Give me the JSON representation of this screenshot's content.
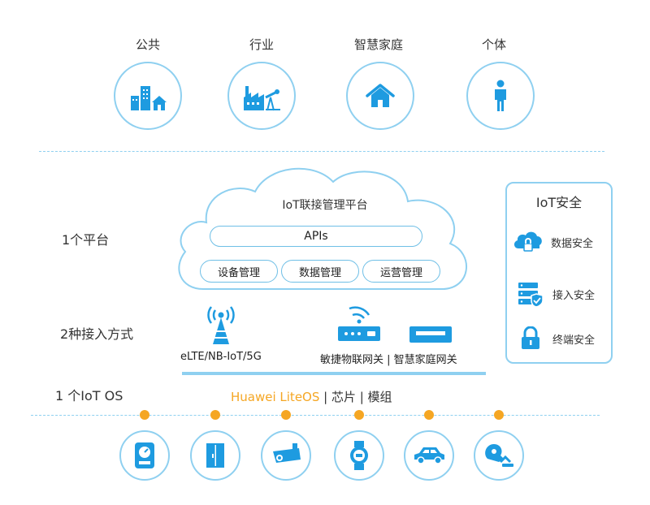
{
  "categories": [
    {
      "label": "公共",
      "icon": "city-buildings-icon"
    },
    {
      "label": "行业",
      "icon": "factory-icon"
    },
    {
      "label": "智慧家庭",
      "icon": "home-icon"
    },
    {
      "label": "个体",
      "icon": "person-icon"
    }
  ],
  "platform": {
    "cloud_title": "IoT联接管理平台",
    "apis": "APIs",
    "modules": [
      "设备管理",
      "数据管理",
      "运营管理"
    ]
  },
  "security": {
    "title": "IoT安全",
    "items": [
      {
        "label": "数据安全",
        "icon": "cloud-lock-icon"
      },
      {
        "label": "接入安全",
        "icon": "server-shield-icon"
      },
      {
        "label": "终端安全",
        "icon": "padlock-icon"
      }
    ]
  },
  "layers": {
    "platform_label": "1个平台",
    "access_label": "2种接入方式",
    "os_label": "1 个IoT OS"
  },
  "access": {
    "cellular_label": "eLTE/NB-IoT/5G",
    "gateway_label": "敏捷物联网关 | 智慧家庭网关"
  },
  "os": {
    "brand": "Huawei LiteOS",
    "rest": " | 芯片 | 模组"
  },
  "devices": [
    {
      "icon": "meter-icon"
    },
    {
      "icon": "cabinet-icon"
    },
    {
      "icon": "camera-icon"
    },
    {
      "icon": "watch-icon"
    },
    {
      "icon": "car-icon"
    },
    {
      "icon": "sensor-icon"
    }
  ],
  "colors": {
    "accent": "#1e9be0",
    "line": "#8fd0f0",
    "orange": "#f5a623"
  }
}
